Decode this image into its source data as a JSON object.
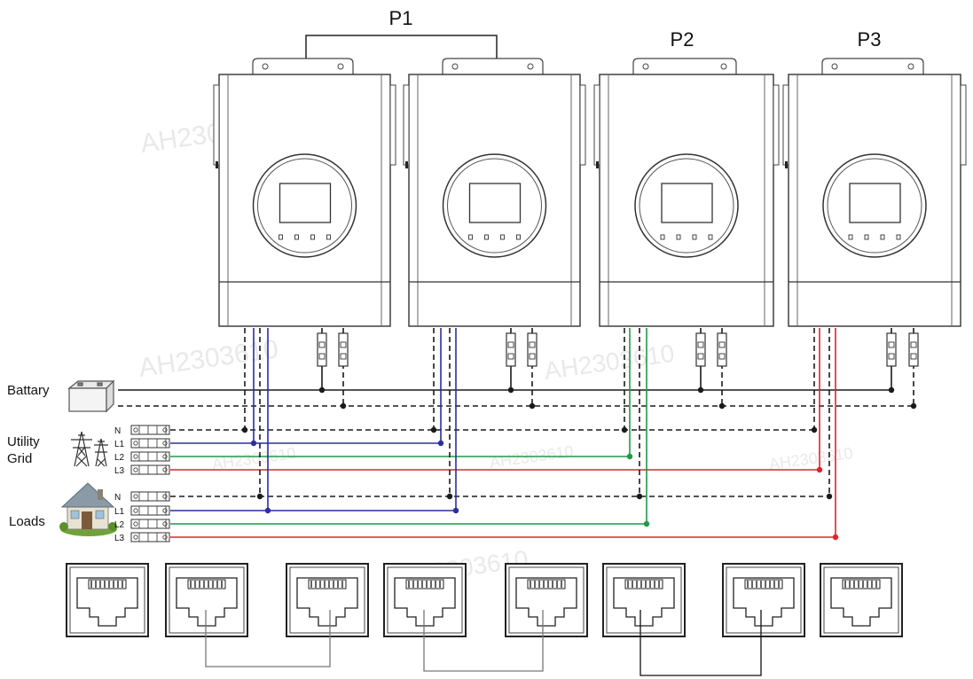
{
  "groups": [
    {
      "label": "P1"
    },
    {
      "label": "P2"
    },
    {
      "label": "P3"
    }
  ],
  "sources": {
    "battery": "Battary",
    "grid_line1": "Utility",
    "grid_line2": "Grid",
    "loads": "Loads"
  },
  "terminals": {
    "N": "N",
    "L1": "L1",
    "L2": "L2",
    "L3": "L3"
  },
  "watermark": "AH2303610",
  "icons": [
    "battery-icon",
    "power-tower-icon",
    "house-icon",
    "rj45-port-icon"
  ],
  "colors": {
    "black": "#1a1a1a",
    "L1": "#2b2f9e",
    "L2": "#1f9a4a",
    "L3": "#e0232a"
  }
}
